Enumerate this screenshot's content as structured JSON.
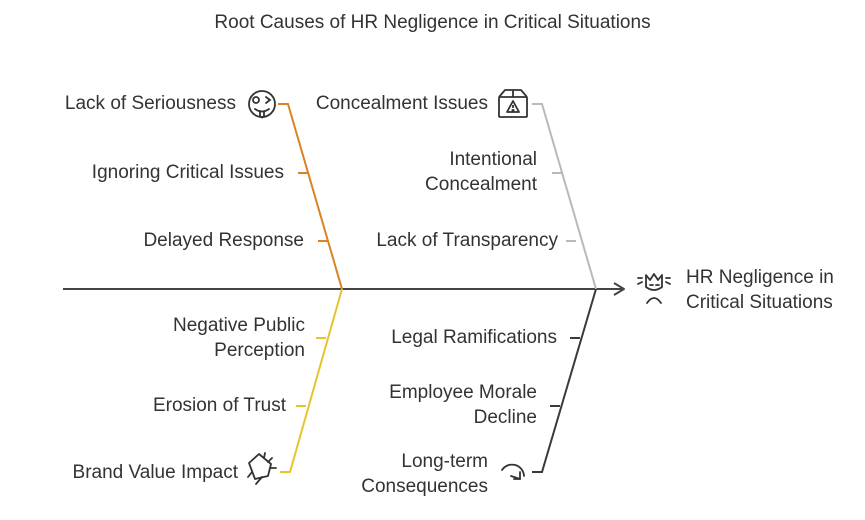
{
  "title": "Root Causes of HR Negligence in Critical Situations",
  "effect": {
    "label_line1": "HR Negligence in",
    "label_line2": "Critical Situations",
    "icon": "frustrated-face-icon"
  },
  "categories": [
    {
      "name": "Lack of Seriousness",
      "icon": "silly-face-icon",
      "color": "#d98324",
      "causes": [
        "Ignoring Critical Issues",
        "Delayed Response"
      ]
    },
    {
      "name": "Concealment Issues",
      "icon": "warning-box-icon",
      "color": "#b9b9b9",
      "causes": [
        [
          "Intentional",
          "Concealment"
        ],
        "Lack of Transparency"
      ]
    },
    {
      "name": "Brand Value Impact",
      "icon": "megaphone-icon",
      "color": "#e6c42c",
      "causes": [
        [
          "Negative Public",
          "Perception"
        ],
        "Erosion of Trust"
      ]
    },
    {
      "name_line1": "Long-term",
      "name_line2": "Consequences",
      "icon": "downturn-arrow-icon",
      "color": "#3a3a3a",
      "causes": [
        "Legal Ramifications",
        [
          "Employee Morale",
          "Decline"
        ]
      ]
    }
  ]
}
